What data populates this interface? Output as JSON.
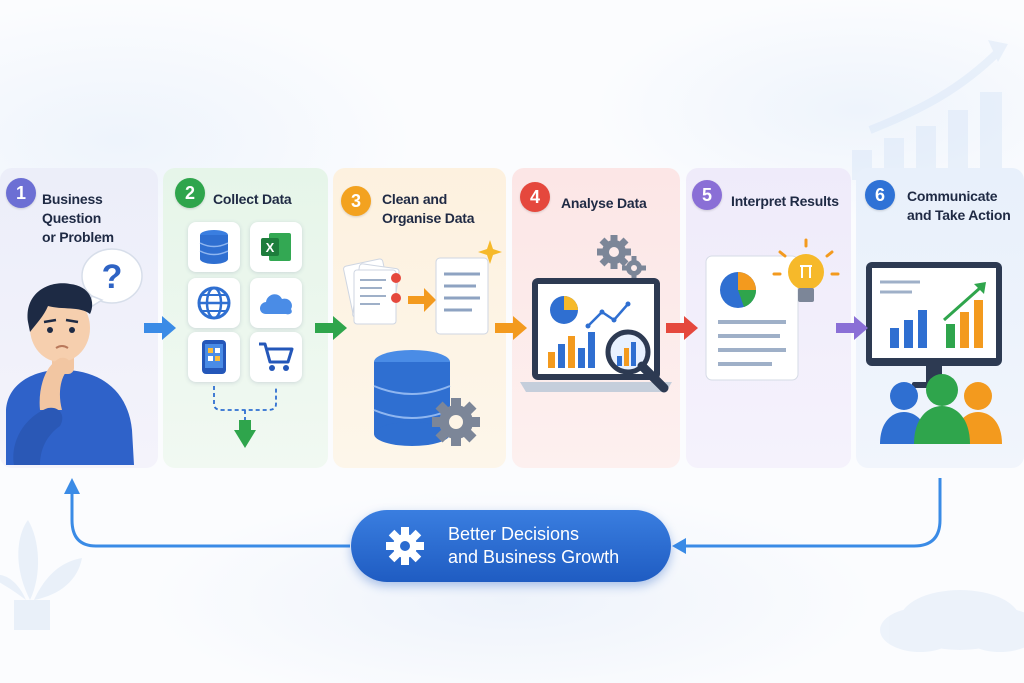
{
  "steps": [
    {
      "number": "1",
      "title": "Business Question\nor Problem",
      "color": "#6c6fd4"
    },
    {
      "number": "2",
      "title": "Collect Data",
      "color": "#2fa54c"
    },
    {
      "number": "3",
      "title": "Clean and\nOrganise Data",
      "color": "#f3a21f"
    },
    {
      "number": "4",
      "title": "Analyse Data",
      "color": "#e5483d"
    },
    {
      "number": "5",
      "title": "Interpret Results",
      "color": "#8a6fd6"
    },
    {
      "number": "6",
      "title": "Communicate\nand Take Action",
      "color": "#2f72d6"
    }
  ],
  "outcome": {
    "text": "Better Decisions\nand Business Growth"
  },
  "icons": {
    "step1": [
      "person-icon",
      "question-bubble-icon"
    ],
    "step2": [
      "database-icon",
      "excel-icon",
      "globe-icon",
      "cloud-icon",
      "tablet-icon",
      "cart-icon"
    ],
    "step3": [
      "messy-documents-icon",
      "clean-document-icon",
      "database-gear-icon"
    ],
    "step4": [
      "gears-icon",
      "laptop-chart-icon",
      "magnifier-icon"
    ],
    "step5": [
      "report-icon",
      "lightbulb-icon"
    ],
    "step6": [
      "monitor-chart-icon",
      "team-icon"
    ],
    "outcome": [
      "gear-icon"
    ]
  }
}
